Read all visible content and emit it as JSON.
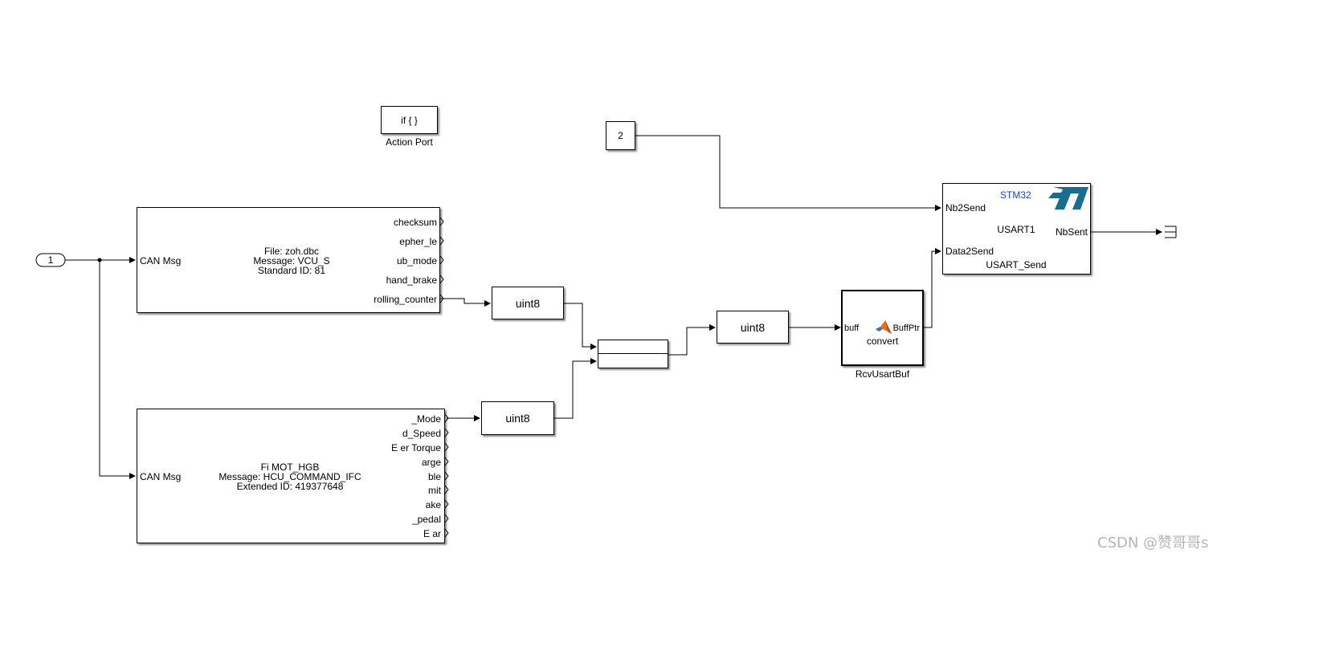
{
  "action_port": {
    "label": "if { }",
    "caption": "Action Port"
  },
  "constant": {
    "value": "2"
  },
  "inport": {
    "number": "1"
  },
  "can1": {
    "input": "CAN Msg",
    "info": [
      "File: zoh.dbc",
      "Message: VCU_S",
      "Standard ID: 81"
    ],
    "outputs": [
      "checksum",
      "epher_le",
      "ub_mode",
      "hand_brake",
      "rolling_counter"
    ]
  },
  "can2": {
    "input": "CAN Msg",
    "info": [
      "Fi    MOT_HGB",
      "Message: HCU_COMMAND_IFC",
      "Extended ID: 419377648"
    ],
    "outputs": [
      "_Mode",
      "d_Speed",
      "E    er   Torque",
      "arge",
      "ble",
      "mit",
      "ake",
      "_pedal",
      "E     ar"
    ]
  },
  "conv1": {
    "label": "uint8"
  },
  "conv2": {
    "label": "uint8"
  },
  "conv3": {
    "label": "uint8"
  },
  "mfun": {
    "in_port": "buff",
    "out_port": "BuffPtr",
    "name": "convert",
    "caption": "RcvUsartBuf"
  },
  "stm32": {
    "title": "STM32",
    "in_ports": [
      "Nb2Send",
      "Data2Send"
    ],
    "out_port": "NbSent",
    "line1": "USART1",
    "line2": "USART_Send"
  },
  "watermark": "CSDN @赞哥哥s",
  "colors": {
    "stm_blue": "#1a3fd8",
    "stm_logo": "#1a6d8e",
    "matlab_orange": "#e2731e"
  }
}
